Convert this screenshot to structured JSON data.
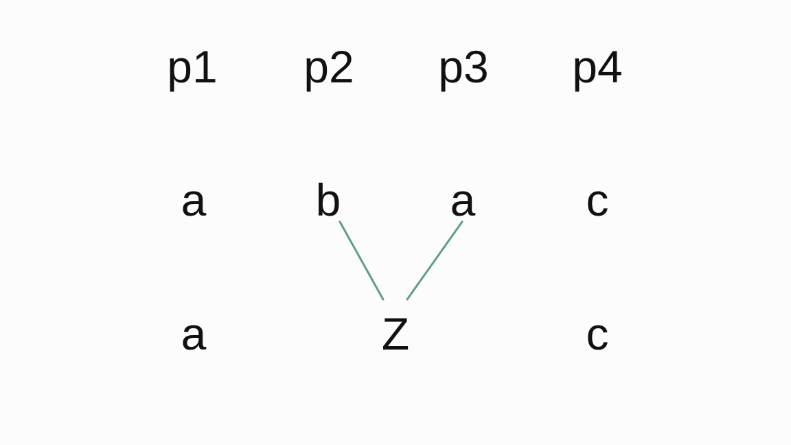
{
  "headers": [
    "p1",
    "p2",
    "p3",
    "p4"
  ],
  "row1": [
    "a",
    "b",
    "a",
    "c"
  ],
  "row2": [
    "a",
    "Z",
    "c"
  ],
  "edge_color": "#5f9e86"
}
